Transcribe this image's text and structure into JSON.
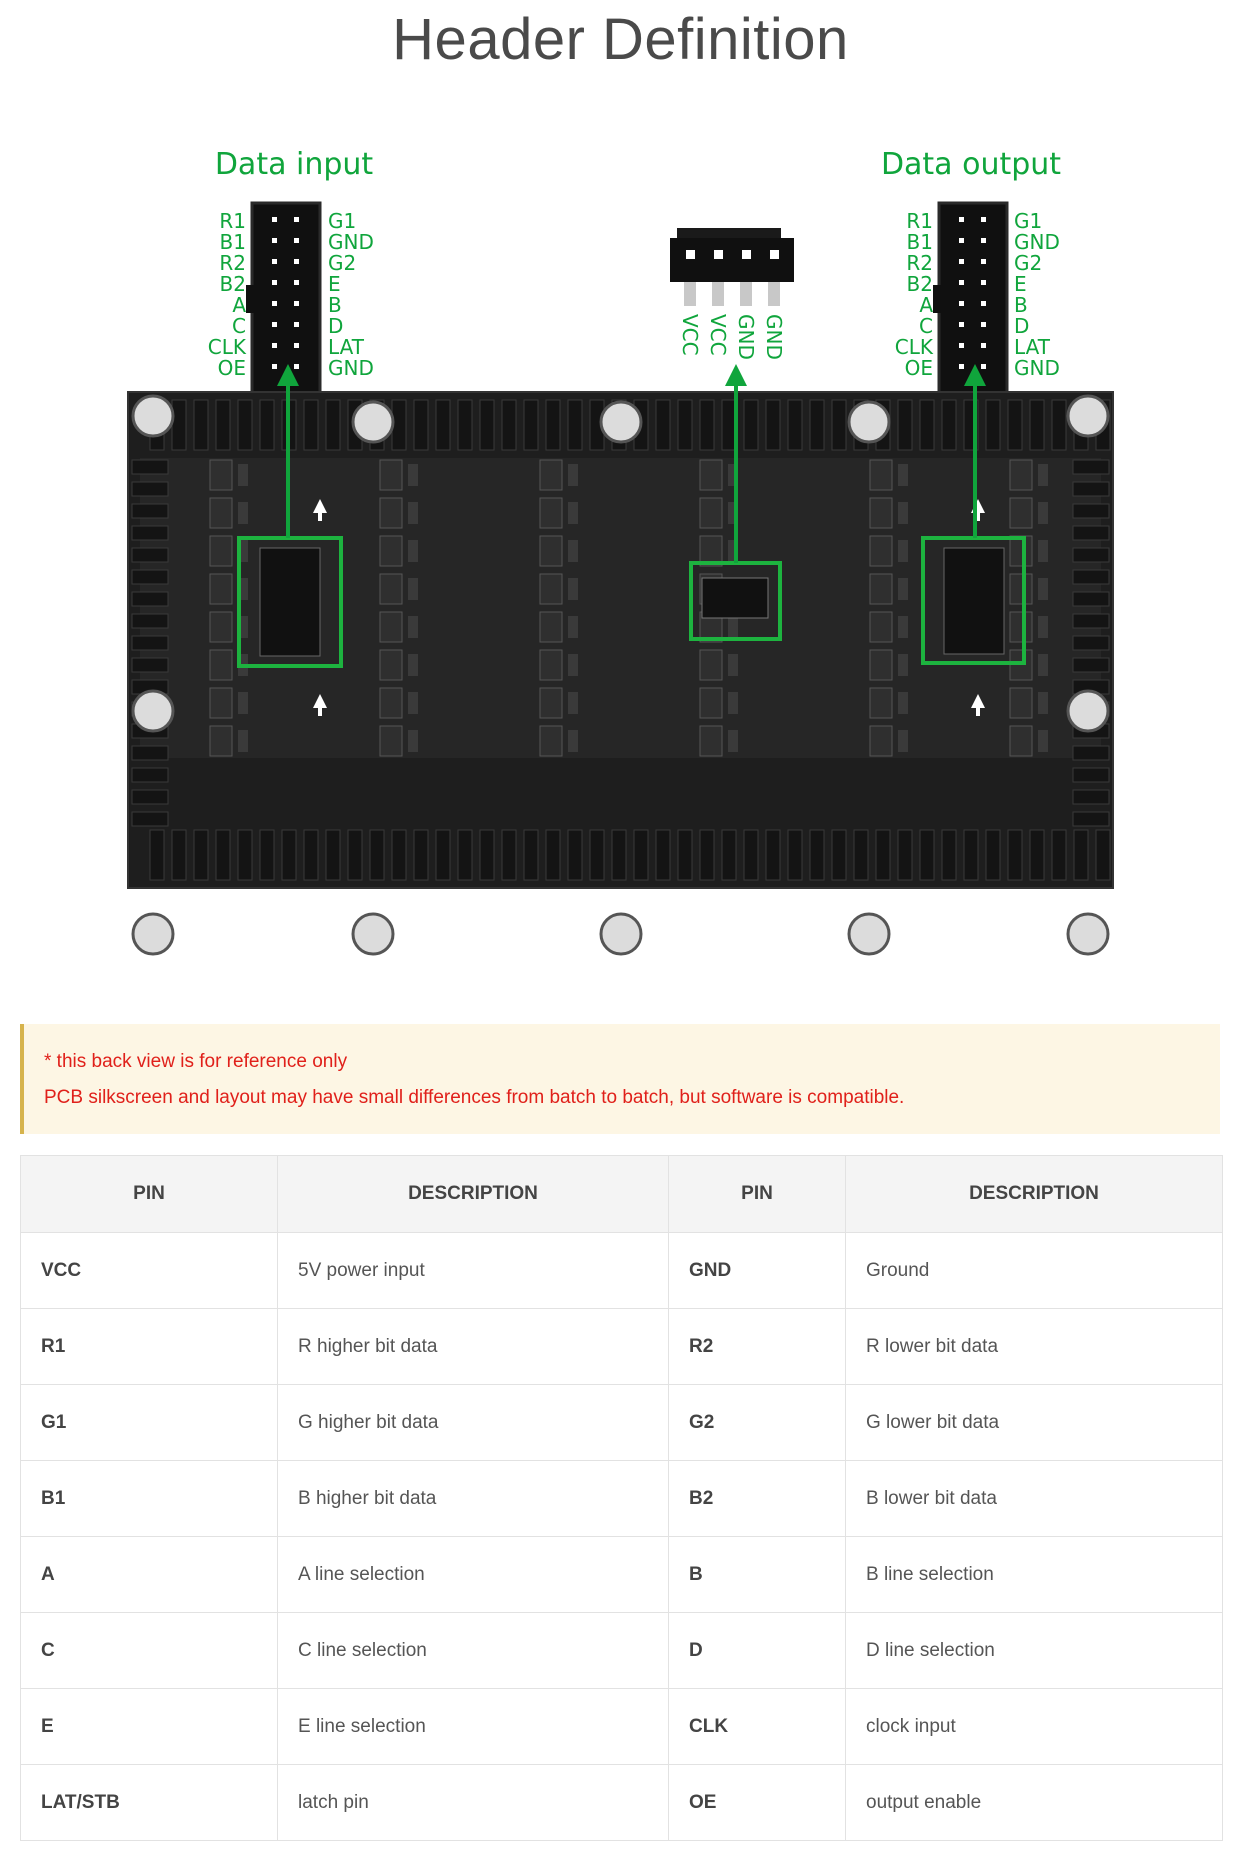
{
  "page": {
    "title": "Header Definition"
  },
  "diagram": {
    "data_input_label": "Data input",
    "data_output_label": "Data output",
    "header_left_pins": [
      "R1",
      "B1",
      "R2",
      "B2",
      "A",
      "C",
      "CLK",
      "OE"
    ],
    "header_right_pins": [
      "G1",
      "GND",
      "G2",
      "E",
      "B",
      "D",
      "LAT",
      "GND"
    ],
    "power_pins": [
      "VCC",
      "VCC",
      "GND",
      "GND"
    ],
    "colors": {
      "arrow_green": "#10a53c",
      "board": "#1e1e1e",
      "highlight": "#1db33f"
    }
  },
  "note": {
    "line1": "* this back view is for reference only",
    "line2": "PCB silkscreen and layout may have small differences from batch to batch, but software is compatible."
  },
  "table": {
    "headers": [
      "PIN",
      "DESCRIPTION",
      "PIN",
      "DESCRIPTION"
    ],
    "rows": [
      [
        "VCC",
        "5V power input",
        "GND",
        "Ground"
      ],
      [
        "R1",
        "R higher bit data",
        "R2",
        "R lower bit data"
      ],
      [
        "G1",
        "G higher bit data",
        "G2",
        "G lower bit data"
      ],
      [
        "B1",
        "B higher bit data",
        "B2",
        "B lower bit data"
      ],
      [
        "A",
        "A line selection",
        "B",
        "B line selection"
      ],
      [
        "C",
        "C line selection",
        "D",
        "D line selection"
      ],
      [
        "E",
        "E line selection",
        "CLK",
        "clock input"
      ],
      [
        "LAT/STB",
        "latch pin",
        "OE",
        "output enable"
      ]
    ]
  }
}
